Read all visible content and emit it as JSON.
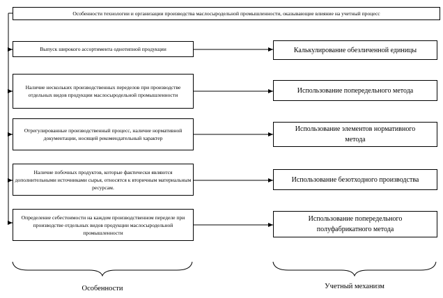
{
  "header": "Особенности технологии и организации производства маслосыродельной промышленности, оказывающие влияние на учетный процесс",
  "features": [
    "Выпуск широкого ассортимента однотипной продукции",
    "Наличие нескольких производственных переделов при производстве отдельных видов продукции маслосыродельной промышленности",
    "Отрегулированные производственный процесс, наличие нормативной документации, носящей рекомендательный характер",
    "Наличие побочных продуктов, которые фактически являются дополнительными источниками сырья, относятся к вторичным материальным ресурсам.",
    "Определение себестоимости на каждом производственном переделе при производстве отдельных видов продукции маслосыродельной промышленности"
  ],
  "mechanisms": [
    "Калькулирование обезличенной единицы",
    "Использование попередельного метода",
    "Использование элементов нормативного метода",
    "Использование безотходного производства",
    "Использование попередельного полуфабрикатного метода"
  ],
  "labels": {
    "features": "Особенности",
    "mechanism": "Учетный механизм"
  }
}
